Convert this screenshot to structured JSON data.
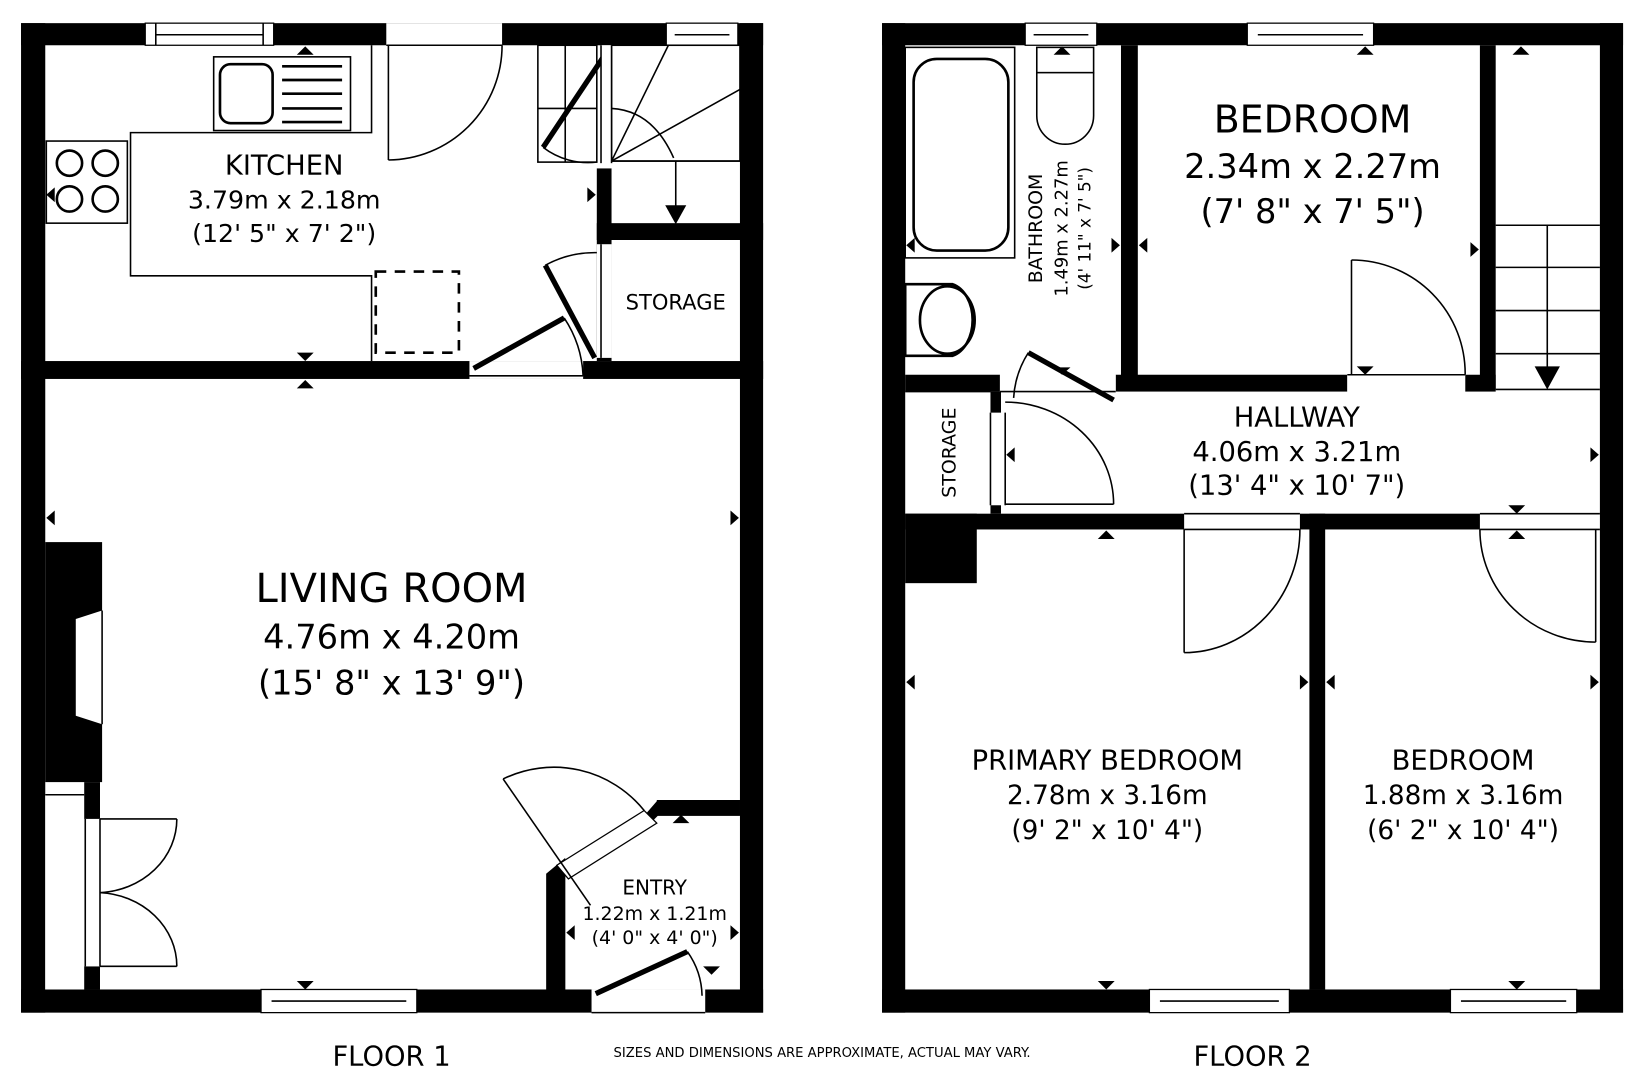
{
  "floors": [
    {
      "label": "FLOOR 1",
      "rooms": [
        {
          "name": "KITCHEN",
          "metric": "3.79m x 2.18m",
          "imperial": "(12' 5\" x 7' 2\")"
        },
        {
          "name": "STORAGE"
        },
        {
          "name": "LIVING ROOM",
          "metric": "4.76m x 4.20m",
          "imperial": "(15' 8\" x 13' 9\")"
        },
        {
          "name": "ENTRY",
          "metric": "1.22m x 1.21m",
          "imperial": "(4' 0\" x 4' 0\")"
        }
      ]
    },
    {
      "label": "FLOOR 2",
      "rooms": [
        {
          "name": "BATHROOM",
          "metric": "1.49m x 2.27m",
          "imperial": "(4' 11\" x 7' 5\")"
        },
        {
          "name": "BEDROOM",
          "metric": "2.34m x 2.27m",
          "imperial": "(7' 8\" x 7' 5\")"
        },
        {
          "name": "STORAGE"
        },
        {
          "name": "HALLWAY",
          "metric": "4.06m x 3.21m",
          "imperial": "(13' 4\" x 10' 7\")"
        },
        {
          "name": "PRIMARY BEDROOM",
          "metric": "2.78m x 3.16m",
          "imperial": "(9' 2\" x 10' 4\")"
        },
        {
          "name": "BEDROOM",
          "metric": "1.88m x 3.16m",
          "imperial": "(6' 2\" x 10' 4\")"
        }
      ]
    }
  ],
  "disclaimer": "SIZES AND DIMENSIONS ARE APPROXIMATE, ACTUAL MAY VARY.",
  "colors": {
    "wall": "#000000",
    "background": "#ffffff"
  }
}
